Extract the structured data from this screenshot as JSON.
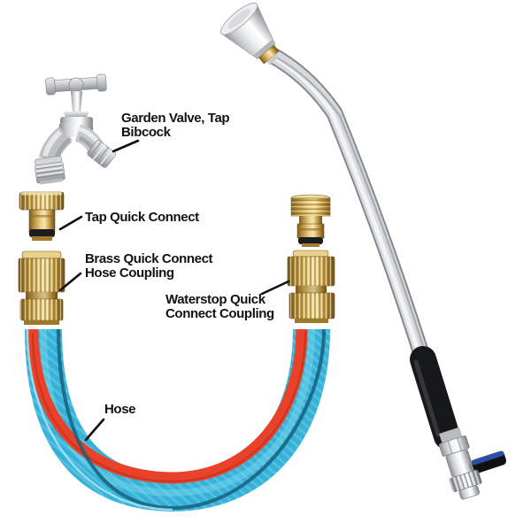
{
  "image": {
    "type": "product-parts-diagram",
    "background": "#ffffff",
    "labels": {
      "tap_bibcock": {
        "line1": "Garden Valve, Tap",
        "line2": "Bibcock"
      },
      "tap_quick_connect": {
        "line1": "Tap Quick Connect"
      },
      "brass_coupling": {
        "line1": "Brass Quick Connect",
        "line2": "Hose Coupling"
      },
      "waterstop_coupling": {
        "line1": "Waterstop Quick",
        "line2": "Connect Coupling"
      },
      "hose": {
        "line1": "Hose"
      }
    },
    "parts": [
      {
        "id": "garden-valve-tap-bibcock",
        "finish": "chrome"
      },
      {
        "id": "tap-quick-connect",
        "finish": "brass"
      },
      {
        "id": "brass-quick-connect-hose-coupling",
        "finish": "brass"
      },
      {
        "id": "waterstop-quick-connect-coupling",
        "finish": "brass"
      },
      {
        "id": "hose",
        "finish": "blue-with-red-stripe"
      },
      {
        "id": "watering-wand",
        "finish": "chrome-with-black-foam-grip"
      }
    ],
    "colors": {
      "label_text": "#121212",
      "leader_line": "#101010",
      "brass": "#c9a24b",
      "chrome": "#c6c9cb",
      "hose_blue": "#3ab4da",
      "hose_stripe_red": "#e8432a",
      "hose_dark_edge": "#16607e",
      "grip_black": "#17181a",
      "valve_lever_blue": "#2e4fa3"
    }
  }
}
